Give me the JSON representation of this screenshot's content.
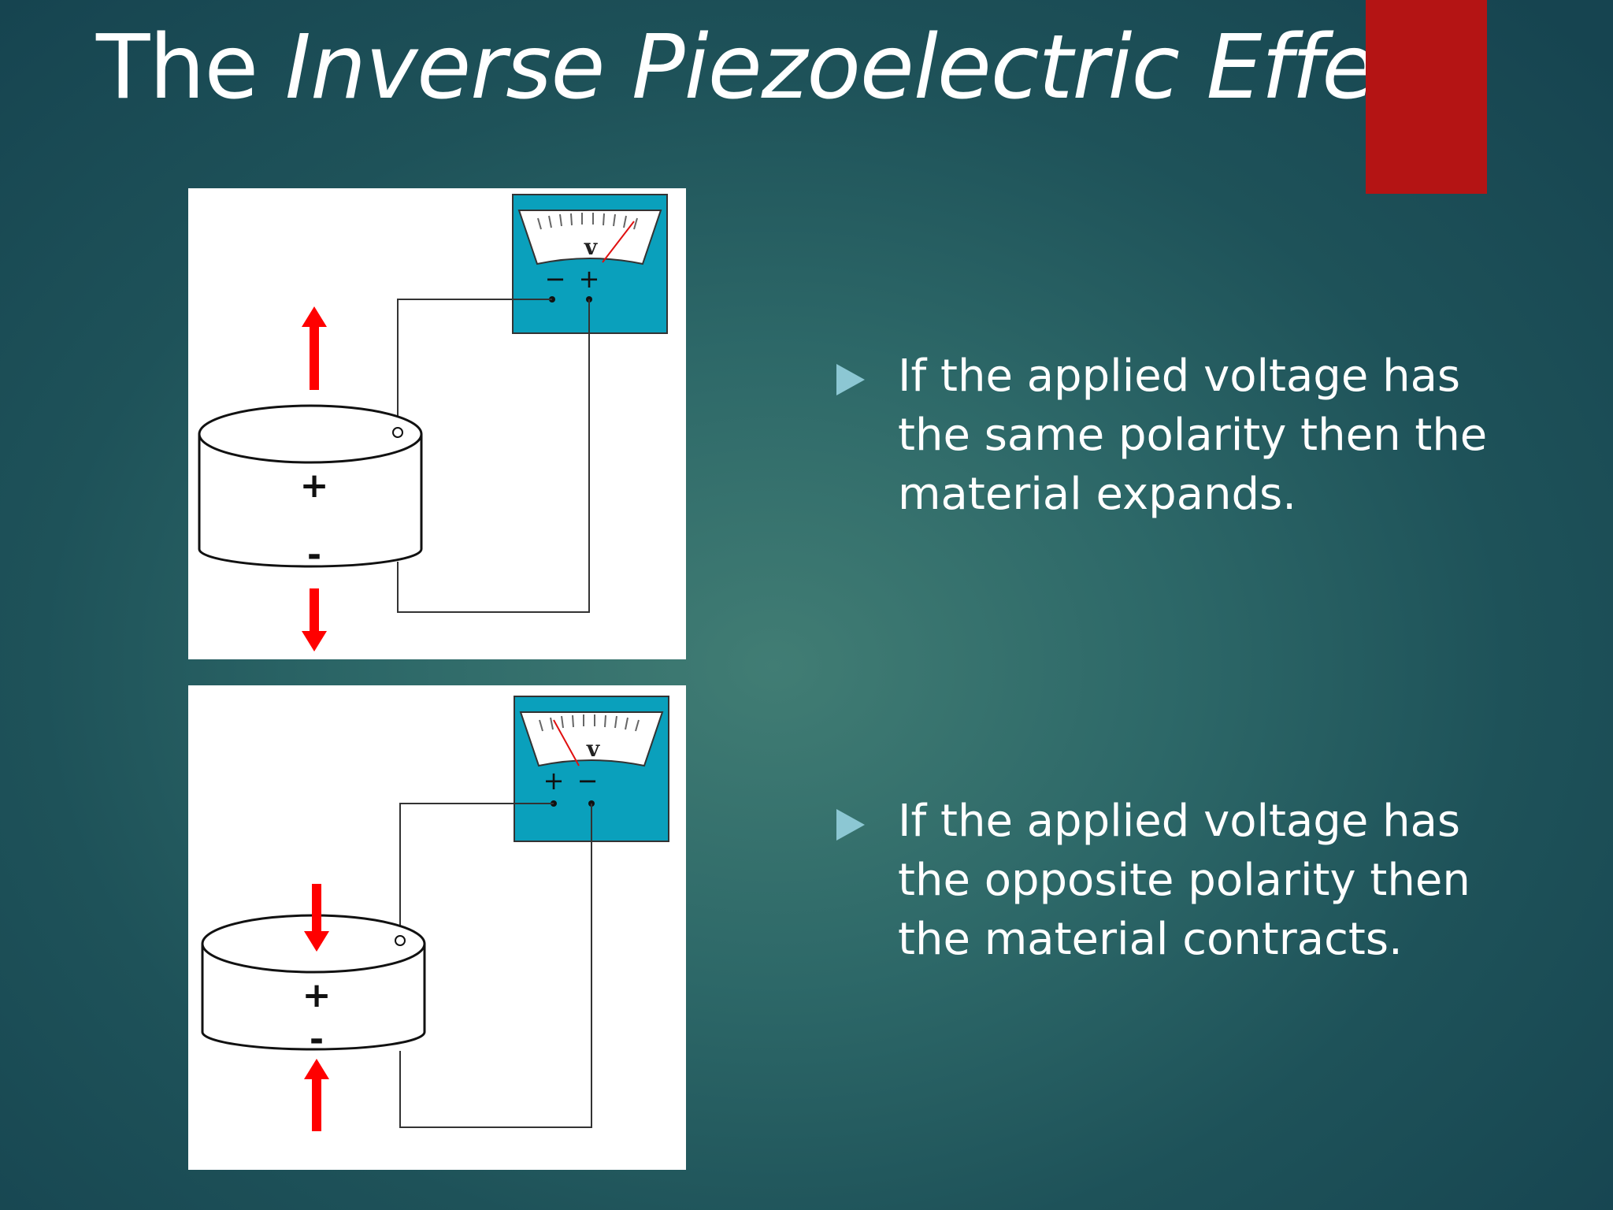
{
  "slide": {
    "title_plain": "The",
    "title_italic": "Inverse Piezoelectric Effect",
    "accent_color": "#b41414",
    "bullet_color": "#8cc7d3",
    "diagrams": [
      {
        "plate_top_sign": "+",
        "plate_bottom_sign": "-",
        "meter_symbol": "v",
        "meter_left_terminal": "−",
        "meter_right_terminal": "+",
        "arrow_direction": "outward"
      },
      {
        "plate_top_sign": "+",
        "plate_bottom_sign": "-",
        "meter_symbol": "v",
        "meter_left_terminal": "+",
        "meter_right_terminal": "−",
        "arrow_direction": "inward"
      }
    ],
    "bullets": [
      {
        "icon": "triangle-bullet-icon",
        "text": "If the applied voltage has the same polarity then the material expands."
      },
      {
        "icon": "triangle-bullet-icon",
        "text": "If the applied voltage has the opposite polarity then the material contracts."
      }
    ]
  }
}
